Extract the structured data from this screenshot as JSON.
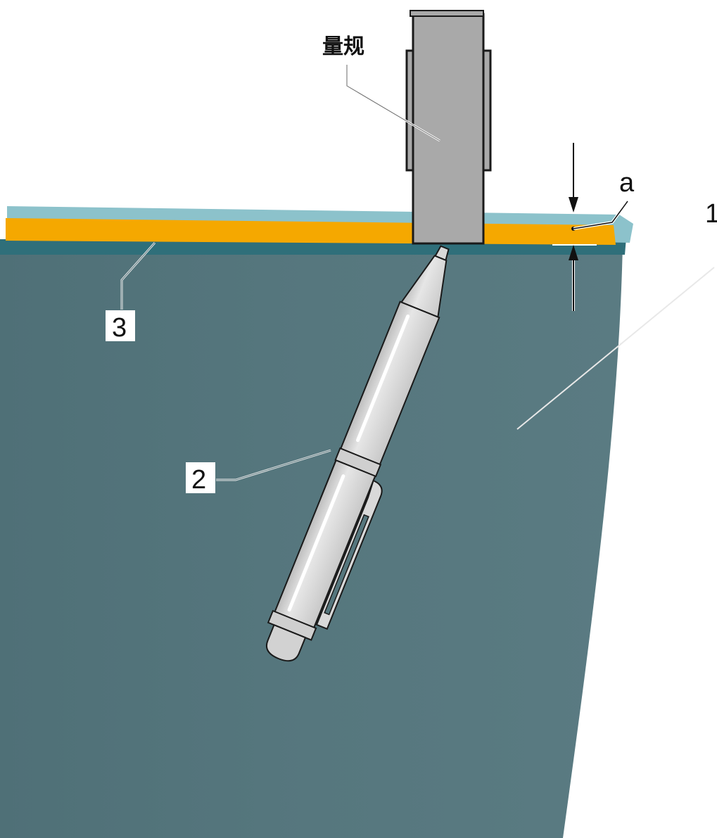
{
  "labels": {
    "gauge": "量规",
    "dimension": "a",
    "part_1": "1",
    "part_2": "2",
    "part_3": "3"
  },
  "colors": {
    "background": "#ffffff",
    "panel": "#55767d",
    "panel_top_edge": "#8cc2cb",
    "panel_band_dark": "#2f6f7a",
    "seal_strip": "#f5a800",
    "gauge_fill": "#a9a9a9",
    "gauge_outline": "#1a1a1a",
    "pen_body": "#d9d9d9",
    "pen_highlight": "#ffffff",
    "leader_line": "#e8e8e8",
    "label_box": "#ffffff"
  },
  "icons": {
    "gauge": "gauge-block-icon",
    "pen": "marker-pen-icon",
    "dimension_arrows": "dimension-arrows-icon"
  }
}
